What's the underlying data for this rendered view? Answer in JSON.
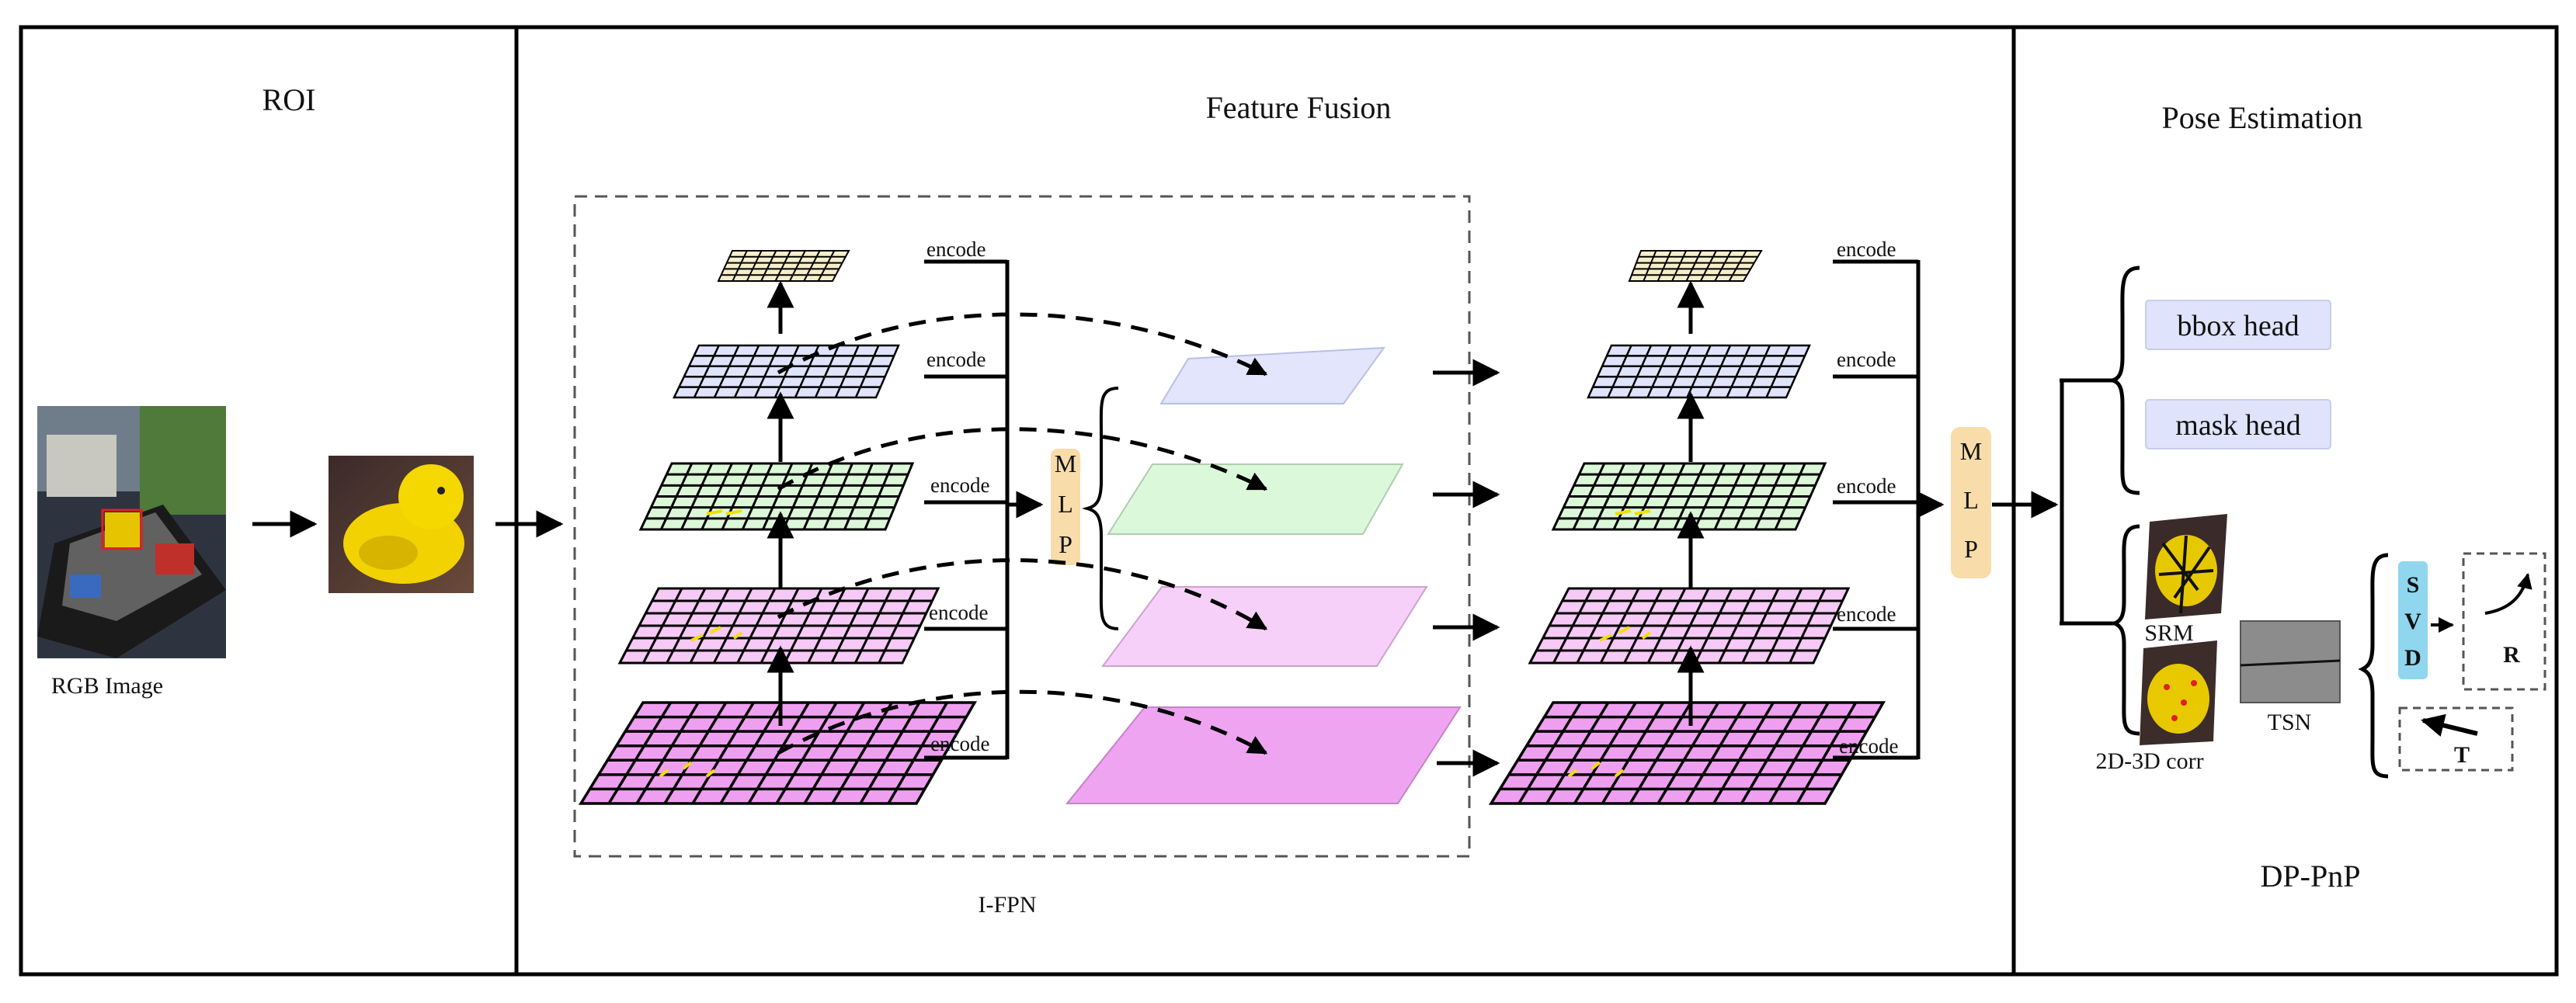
{
  "sections": {
    "roi": "ROI",
    "feature_fusion": "Feature Fusion",
    "pose_estimation": "Pose Estimation"
  },
  "labels": {
    "rgb_image": "RGB Image",
    "ifpn": "I-FPN",
    "encode": "encode",
    "mlp": "M L P",
    "bbox_head": "bbox head",
    "mask_head": "mask head",
    "srm": "SRM",
    "corr": "2D-3D corr",
    "tsn": "TSN",
    "svd": "S V D",
    "r": "R",
    "t": "T",
    "dppnp": "DP-PnP"
  },
  "colors": {
    "level1": "#f6eecb",
    "level2": "#dfe3fb",
    "level3": "#dcf7d8",
    "level4": "#f6c9f6",
    "level5": "#ef9ff0",
    "mlp_box": "#f8dcaa",
    "head_box": "#dfe3fb",
    "svd_box": "#8fd6ee",
    "tsn_box": "#8c8c8c"
  }
}
